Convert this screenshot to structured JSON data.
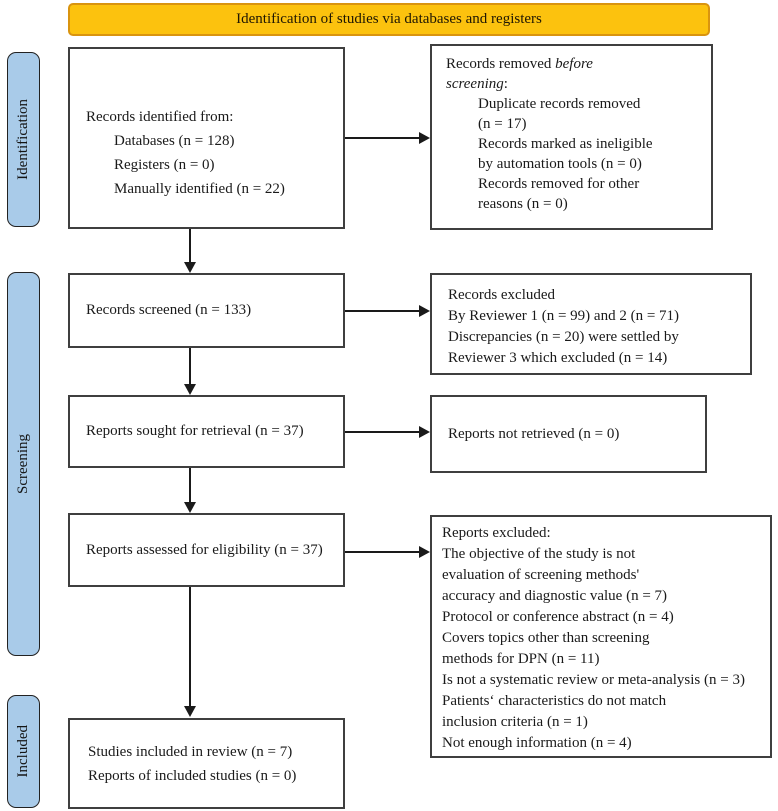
{
  "banner": {
    "label": "Identification of studies via databases and registers"
  },
  "colors": {
    "banner_fill": "#fcc20e",
    "banner_border": "#d9940f",
    "stage_fill": "#a9cbe9",
    "stage_border": "#222222",
    "box_border": "#3f3f3f",
    "arrow": "#1a1a1a",
    "text": "#1a1a1a"
  },
  "stages": [
    {
      "label": "Identification"
    },
    {
      "label": "Screening"
    },
    {
      "label": "Included"
    }
  ],
  "boxes": {
    "identified": {
      "lines": [
        {
          "text": "Records identified from:"
        },
        {
          "text": "Databases (n = 128)",
          "indent": 1
        },
        {
          "text": "Registers (n = 0)",
          "indent": 1
        },
        {
          "text": "Manually identified (n = 22)",
          "indent": 1
        }
      ]
    },
    "removed": {
      "lines": [
        {
          "segments": [
            {
              "text": "Records removed "
            },
            {
              "text": "before",
              "italic": true
            }
          ]
        },
        {
          "segments": [
            {
              "text": "screening",
              "italic": true
            },
            {
              "text": ":"
            }
          ]
        },
        {
          "text": "Duplicate records removed",
          "indent": 1
        },
        {
          "text": "(n = 17)",
          "indent": 1
        },
        {
          "text": "Records marked as ineligible",
          "indent": 1
        },
        {
          "text": "by automation tools (n = 0)",
          "indent": 1
        },
        {
          "text": "Records removed for other",
          "indent": 1
        },
        {
          "text": "reasons (n = 0)",
          "indent": 1
        }
      ]
    },
    "screened": {
      "lines": [
        {
          "text": "Records screened (n = 133)"
        }
      ]
    },
    "records_excluded": {
      "lines": [
        {
          "text": "Records excluded"
        },
        {
          "text": "By Reviewer 1 (n = 99) and 2 (n = 71)"
        },
        {
          "text": "Discrepancies (n = 20) were settled by"
        },
        {
          "text": "Reviewer 3 which excluded (n = 14)"
        }
      ]
    },
    "sought": {
      "lines": [
        {
          "text": "Reports sought for retrieval (n = 37)"
        }
      ]
    },
    "not_retrieved": {
      "lines": [
        {
          "text": "Reports not retrieved (n = 0)"
        }
      ]
    },
    "assessed": {
      "lines": [
        {
          "text": "Reports assessed for eligibility (n = 37)"
        }
      ]
    },
    "reports_excluded": {
      "lines": [
        {
          "text": "Reports excluded:"
        },
        {
          "text": "The objective of the study is not"
        },
        {
          "text": "evaluation of screening methods'"
        },
        {
          "text": "accuracy and diagnostic value (n = 7)"
        },
        {
          "text": "Protocol or conference abstract (n = 4)"
        },
        {
          "text": "Covers topics other than screening"
        },
        {
          "text": "methods for DPN (n = 11)"
        },
        {
          "text": "Is not a systematic review or meta-analysis (n = 3)"
        },
        {
          "text": "Patients‘ characteristics do not match"
        },
        {
          "text": "inclusion criteria (n = 1)"
        },
        {
          "text": "Not enough information (n = 4)"
        }
      ]
    },
    "included": {
      "lines": [
        {
          "text": "Studies included in review (n = 7)"
        },
        {
          "text": "Reports of included studies (n = 0)"
        }
      ]
    }
  }
}
